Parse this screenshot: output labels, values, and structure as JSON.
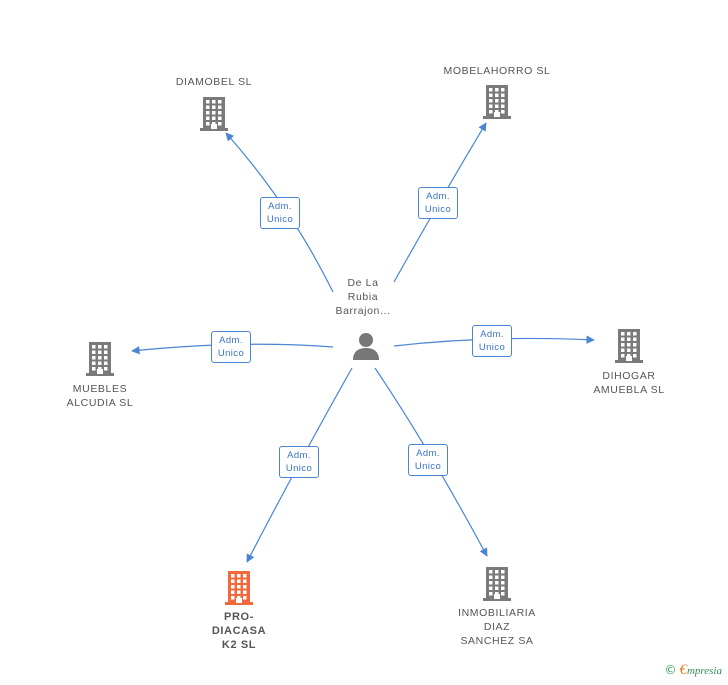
{
  "center": {
    "name_lines": [
      "De La",
      "Rubia",
      "Barrajon..."
    ],
    "icon": "person-icon"
  },
  "companies": [
    {
      "id": "diamobel",
      "name_lines": [
        "DIAMOBEL SL"
      ],
      "icon": "building-icon",
      "color": "#7a7a7a"
    },
    {
      "id": "mobelahorro",
      "name_lines": [
        "MOBELAHORRO SL"
      ],
      "icon": "building-icon",
      "color": "#7a7a7a"
    },
    {
      "id": "muebles-alcudia",
      "name_lines": [
        "MUEBLES",
        "ALCUDIA SL"
      ],
      "icon": "building-icon",
      "color": "#7a7a7a"
    },
    {
      "id": "dihogar",
      "name_lines": [
        "DIHOGAR",
        "AMUEBLA SL"
      ],
      "icon": "building-icon",
      "color": "#7a7a7a"
    },
    {
      "id": "pro-diacasa",
      "name_lines": [
        "PRO-",
        "DIACASA",
        "K2 SL"
      ],
      "icon": "building-icon",
      "color": "#f26a3b",
      "highlight": true
    },
    {
      "id": "inmobiliaria",
      "name_lines": [
        "INMOBILIARIA",
        "DIAZ",
        "SANCHEZ SA"
      ],
      "icon": "building-icon",
      "color": "#7a7a7a"
    }
  ],
  "relations": [
    {
      "to": "diamobel",
      "label_lines": [
        "Adm.",
        "Unico"
      ]
    },
    {
      "to": "mobelahorro",
      "label_lines": [
        "Adm.",
        "Unico"
      ]
    },
    {
      "to": "muebles-alcudia",
      "label_lines": [
        "Adm.",
        "Unico"
      ]
    },
    {
      "to": "dihogar",
      "label_lines": [
        "Adm.",
        "Unico"
      ]
    },
    {
      "to": "pro-diacasa",
      "label_lines": [
        "Adm.",
        "Unico"
      ]
    },
    {
      "to": "inmobiliaria",
      "label_lines": [
        "Adm.",
        "Unico"
      ]
    }
  ],
  "colors": {
    "edge": "#4a86d4",
    "node": "#7a7a7a",
    "highlight": "#f26a3b"
  },
  "credit": {
    "symbol": "©",
    "e": "€",
    "brand": "mpresia"
  }
}
